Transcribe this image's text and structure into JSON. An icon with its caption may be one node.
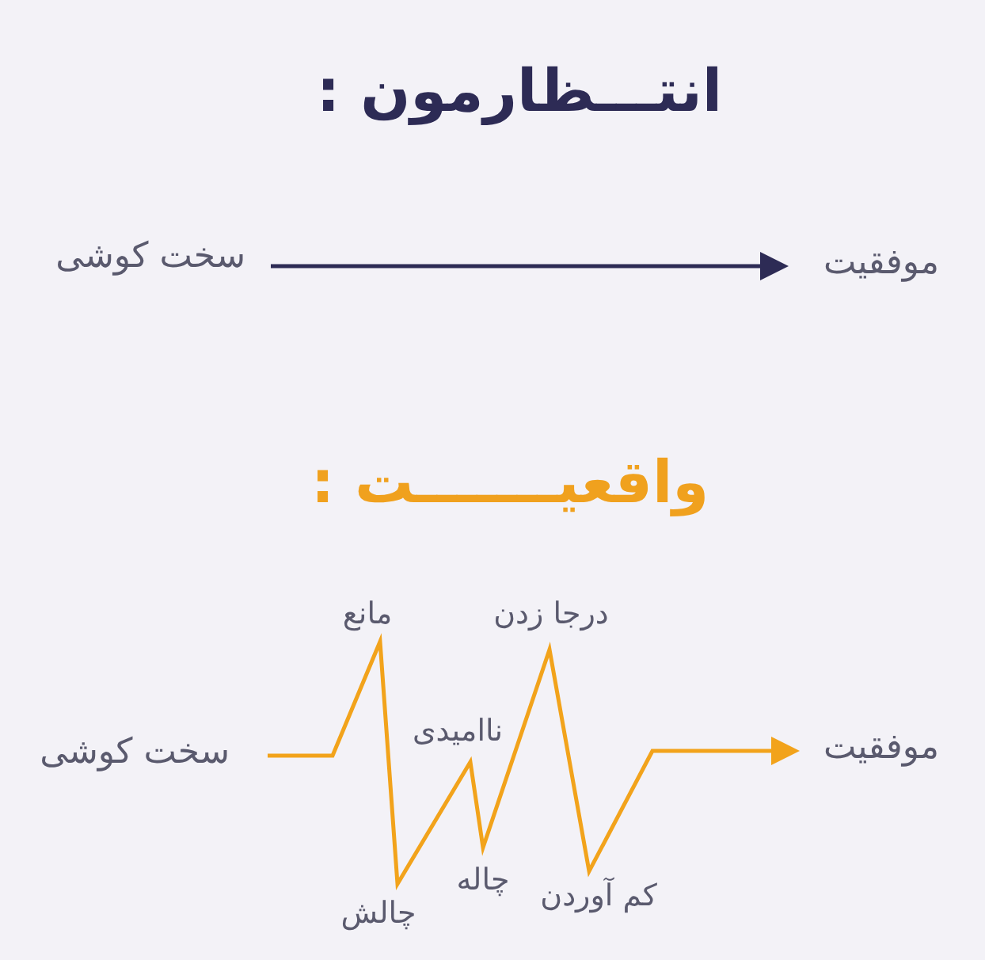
{
  "diagram": {
    "nodes": [
      {
        "text": [
          "سخت کوشی"
        ]
      },
      {
        "text": [
          "موفقیت"
        ]
      },
      {
        "text": [
          "سخت کوشی"
        ]
      },
      {
        "text": [
          "موفقیت"
        ]
      }
    ],
    "edges": [
      {
        "from": 0,
        "to": 1,
        "arrow": "to",
        "color": "#2d2b55"
      },
      {
        "from": 2,
        "to": 3,
        "arrow": "to",
        "color": "#f2a31b"
      }
    ],
    "labels": [
      "انتـــظارمون :",
      "واقعیـــــــت :",
      "درجا زدن",
      "مانع",
      "ناامیدی",
      "چاله",
      "کم آوردن",
      "چالش"
    ]
  }
}
